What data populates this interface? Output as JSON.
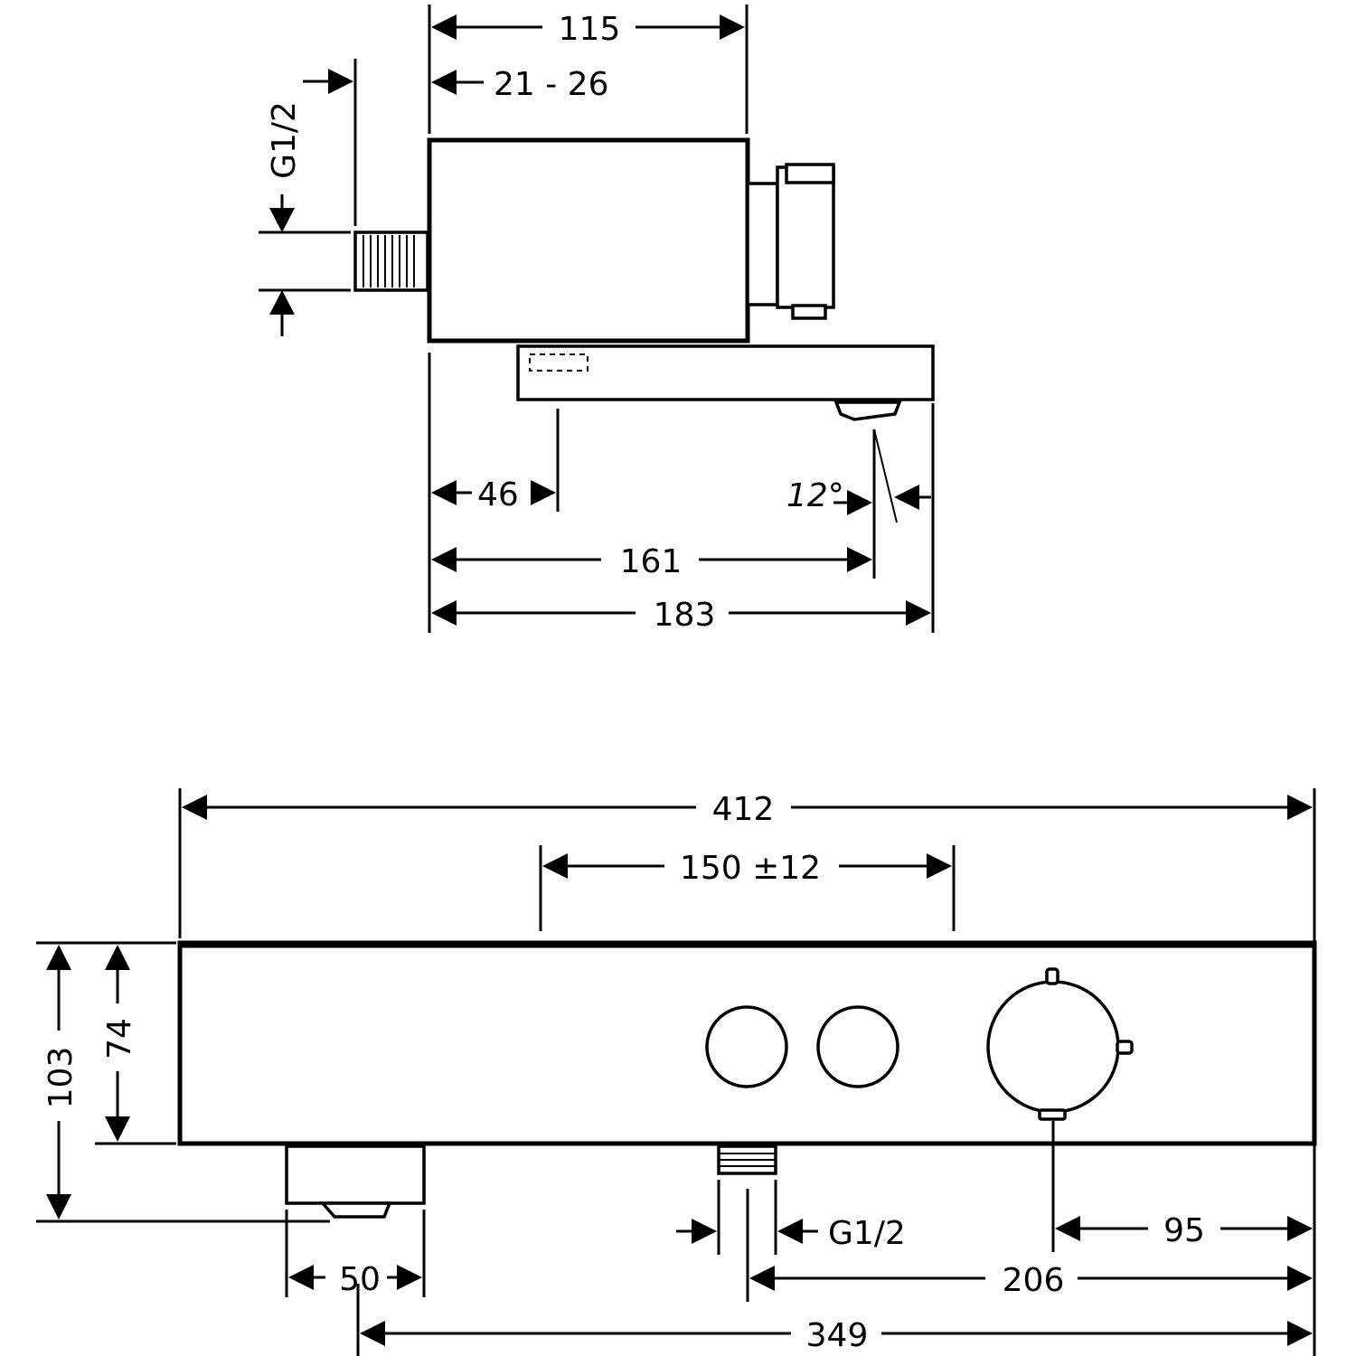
{
  "side_view": {
    "dim_115": "115",
    "dim_21_26": "21 - 26",
    "dim_g12_vertical": "G1/2",
    "dim_46": "46",
    "dim_12deg": "12°",
    "dim_161": "161",
    "dim_183": "183"
  },
  "front_view": {
    "dim_412": "412",
    "dim_150": "150 ±12",
    "dim_103": "103",
    "dim_74": "74",
    "dim_50": "50",
    "dim_g12": "G1/2",
    "dim_95": "95",
    "dim_206": "206",
    "dim_349": "349"
  },
  "colors": {
    "line": "#000000",
    "background": "#ffffff"
  }
}
